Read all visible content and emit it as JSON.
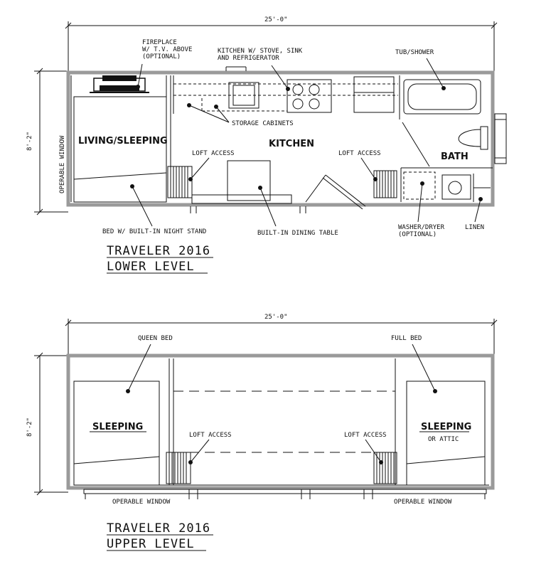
{
  "lower": {
    "overall_width": "25'-0\"",
    "overall_depth": "8'-2\"",
    "side_window": "OPERABLE WINDOW",
    "fireplace": [
      "FIREPLACE",
      "W/ T.V. ABOVE",
      "(OPTIONAL)"
    ],
    "kitchen_appliances": [
      "KITCHEN W/ STOVE, SINK",
      "AND REFRIGERATOR"
    ],
    "tub_shower": "TUB/SHOWER",
    "storage_cabinets": "STORAGE CABINETS",
    "room_living": "LIVING/SLEEPING",
    "room_kitchen": "KITCHEN",
    "room_bath": "BATH",
    "loft_access_left": "LOFT ACCESS",
    "loft_access_right": "LOFT ACCESS",
    "bed": "BED W/ BUILT-IN NIGHT STAND",
    "dining": "BUILT-IN DINING TABLE",
    "washer": [
      "WASHER/DRYER",
      "(OPTIONAL)"
    ],
    "linen": "LINEN",
    "title_line1": "TRAVELER 2016",
    "title_line2": "LOWER LEVEL"
  },
  "upper": {
    "overall_width": "25'-0\"",
    "overall_depth": "8'-2\"",
    "queen_bed": "QUEEN BED",
    "full_bed": "FULL BED",
    "room_left": "SLEEPING",
    "room_right": "SLEEPING",
    "room_right_note": "OR ATTIC",
    "loft_access_left": "LOFT ACCESS",
    "loft_access_right": "LOFT ACCESS",
    "window_left": "OPERABLE WINDOW",
    "window_right": "OPERABLE WINDOW",
    "title_line1": "TRAVELER 2016",
    "title_line2": "UPPER LEVEL"
  }
}
